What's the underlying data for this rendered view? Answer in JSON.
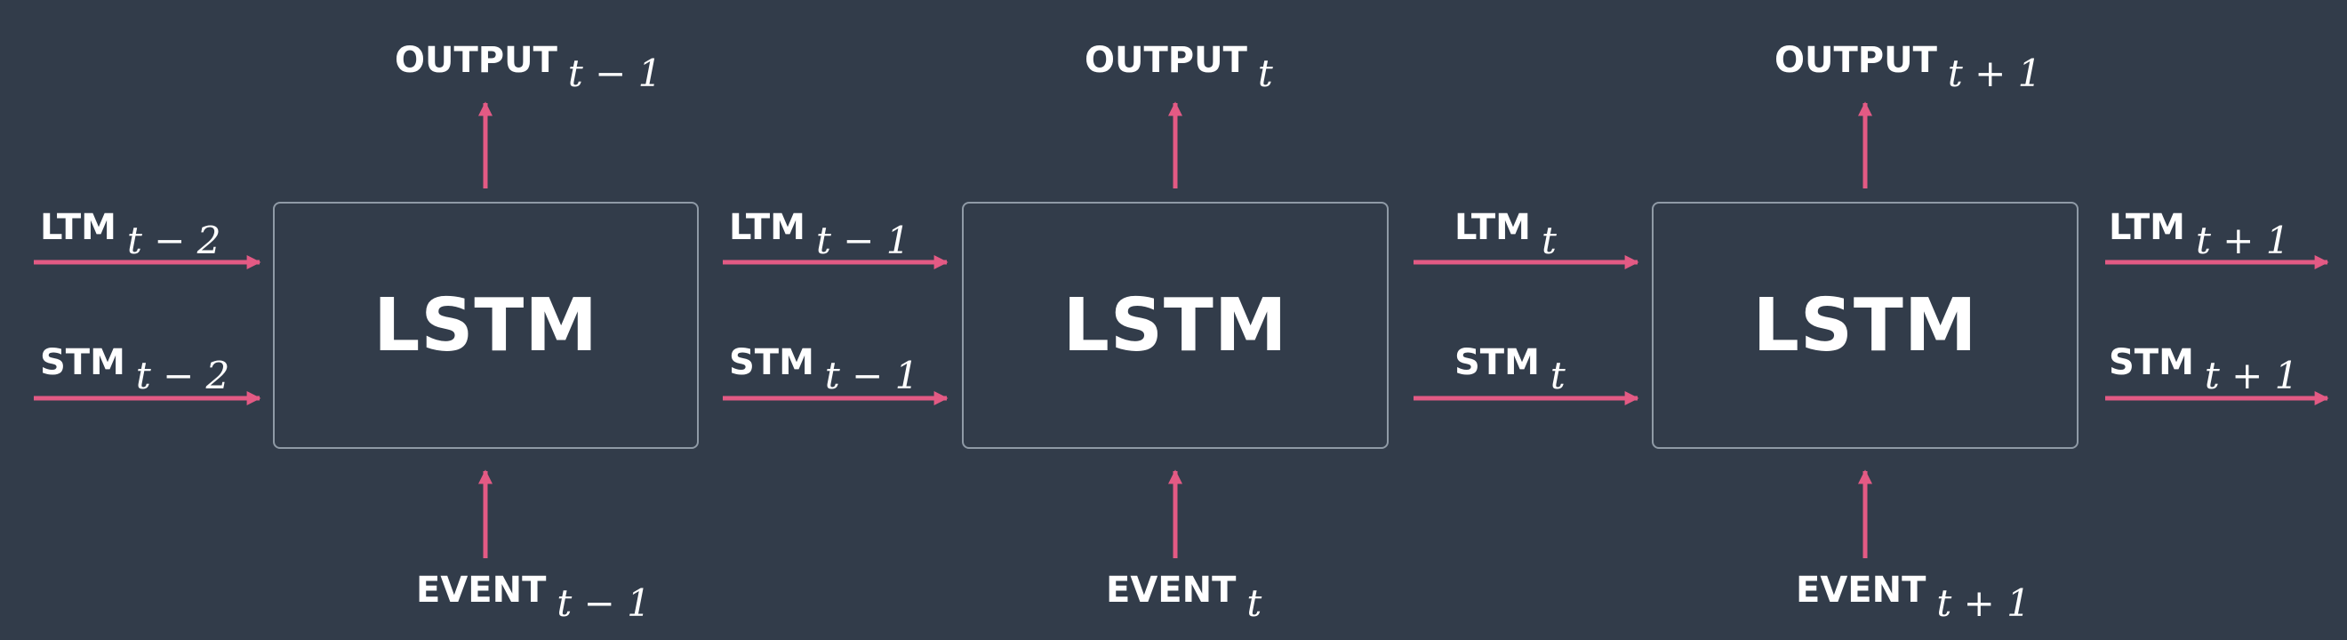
{
  "colors": {
    "background": "#323c4a",
    "arrow": "#e35a84",
    "box_border": "#8f9aa6",
    "text": "#ffffff"
  },
  "cells": [
    {
      "box_label": "LSTM",
      "ltm_in": {
        "word": "LTM",
        "sub": "t − 2"
      },
      "stm_in": {
        "word": "STM",
        "sub": "t − 2"
      },
      "output": {
        "word": "OUTPUT",
        "sub": "t − 1"
      },
      "event": {
        "word": "EVENT",
        "sub": "t − 1"
      }
    },
    {
      "box_label": "LSTM",
      "ltm_in": {
        "word": "LTM",
        "sub": "t − 1"
      },
      "stm_in": {
        "word": "STM",
        "sub": "t − 1"
      },
      "output": {
        "word": "OUTPUT",
        "sub": "t"
      },
      "event": {
        "word": "EVENT",
        "sub": "t"
      }
    },
    {
      "box_label": "LSTM",
      "ltm_in": {
        "word": "LTM",
        "sub": "t"
      },
      "stm_in": {
        "word": "STM",
        "sub": "t"
      },
      "output": {
        "word": "OUTPUT",
        "sub": "t + 1"
      },
      "event": {
        "word": "EVENT",
        "sub": "t + 1"
      }
    }
  ],
  "final": {
    "ltm_out": {
      "word": "LTM",
      "sub": "t + 1"
    },
    "stm_out": {
      "word": "STM",
      "sub": "t + 1"
    }
  }
}
